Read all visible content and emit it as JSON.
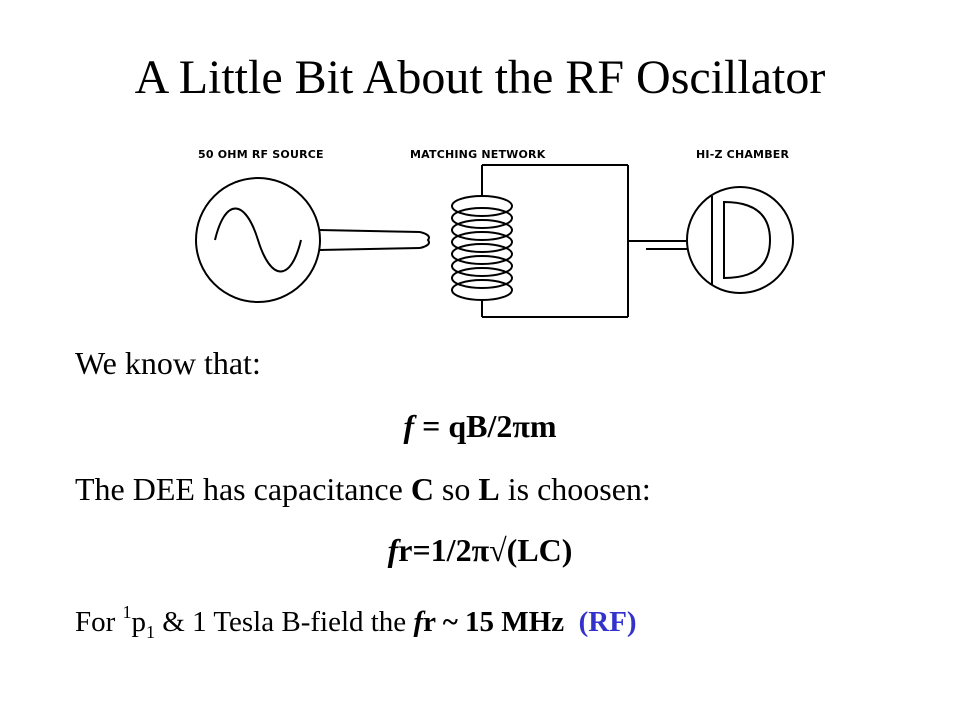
{
  "slide": {
    "title": "A Little Bit About the RF Oscillator"
  },
  "diagram": {
    "labels": {
      "source": "50 OHM RF SOURCE",
      "network": "MATCHING NETWORK",
      "chamber": "HI-Z CHAMBER"
    },
    "icons": [
      "sine-source-icon",
      "coil-icon",
      "dee-chamber-icon"
    ]
  },
  "body": {
    "line1": "We know that:",
    "eq1": {
      "f": "f",
      "rest": " = qB/2πm"
    },
    "line3": {
      "pre": "The DEE has capacitance ",
      "c": "C",
      "mid": " so ",
      "l": "L",
      "post": " is choosen:"
    },
    "eq2": {
      "f": "f",
      "rest": "r=1/2π√(LC)"
    },
    "line5": {
      "pre": "For ",
      "sup": "1",
      "p": "p",
      "sub": "1",
      "mid": " & 1 Tesla B-field the ",
      "f": "f",
      "r": "r ~ 15 MHz",
      "rf": "(RF)"
    }
  },
  "colors": {
    "text": "#000000",
    "accent": "#3333cc",
    "background": "#ffffff"
  }
}
